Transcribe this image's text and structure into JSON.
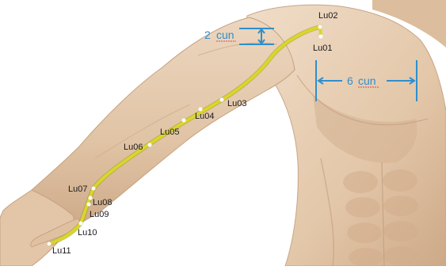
{
  "colors": {
    "skin_base": "#e9d3bb",
    "skin_shadow": "#cfae8e",
    "skin_deep": "#b58d6b",
    "meridian": "#d9d62a",
    "meridian_outline": "#8f8c12",
    "point": "#ffffff",
    "measure": "#2f8fcd",
    "underline": "#e0453a"
  },
  "points": [
    {
      "id": "lu01",
      "label": "Lu01"
    },
    {
      "id": "lu02",
      "label": "Lu02"
    },
    {
      "id": "lu03",
      "label": "Lu03"
    },
    {
      "id": "lu04",
      "label": "Lu04"
    },
    {
      "id": "lu05",
      "label": "Lu05"
    },
    {
      "id": "lu06",
      "label": "Lu06"
    },
    {
      "id": "lu07",
      "label": "Lu07"
    },
    {
      "id": "lu08",
      "label": "Lu08"
    },
    {
      "id": "lu09",
      "label": "Lu09"
    },
    {
      "id": "lu10",
      "label": "Lu10"
    },
    {
      "id": "lu11",
      "label": "Lu11"
    }
  ],
  "measurements": {
    "vertical": {
      "value": "2",
      "unit": "cun"
    },
    "horizontal": {
      "value": "6",
      "unit": "cun"
    }
  }
}
